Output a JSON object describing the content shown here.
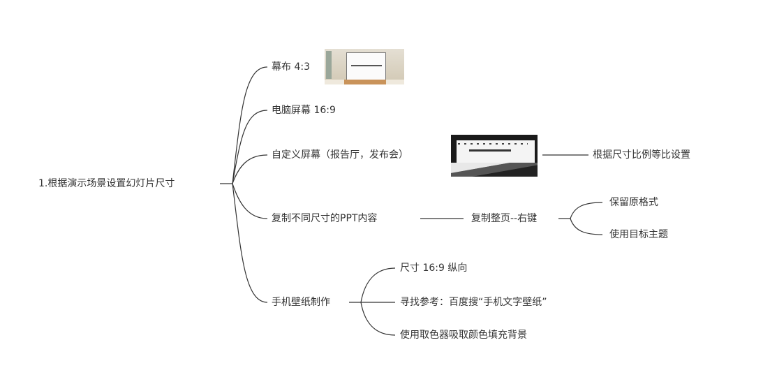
{
  "mindmap": {
    "root": {
      "label": "1.根据演示场景设置幻灯片尺寸"
    },
    "branches": [
      {
        "label": "幕布 4:3",
        "image": "projection-screen-thumbnail"
      },
      {
        "label": "电脑屏幕 16:9"
      },
      {
        "label": "自定义屏幕（报告厅，发布会）",
        "image": "auditorium-stage-thumbnail",
        "children": [
          {
            "label": "根据尺寸比例等比设置"
          }
        ]
      },
      {
        "label": "复制不同尺寸的PPT内容",
        "children": [
          {
            "label": "复制整页--右键",
            "children": [
              {
                "label": "保留原格式"
              },
              {
                "label": "使用目标主题"
              }
            ]
          }
        ]
      },
      {
        "label": "手机壁纸制作",
        "children": [
          {
            "label": "尺寸 16:9 纵向"
          },
          {
            "label": "寻找参考：百度搜“手机文字壁纸”"
          },
          {
            "label": "使用取色器吸取颜色填充背景"
          }
        ]
      }
    ]
  },
  "style": {
    "line_color": "#333333",
    "text_color": "#333333",
    "background": "#ffffff"
  }
}
